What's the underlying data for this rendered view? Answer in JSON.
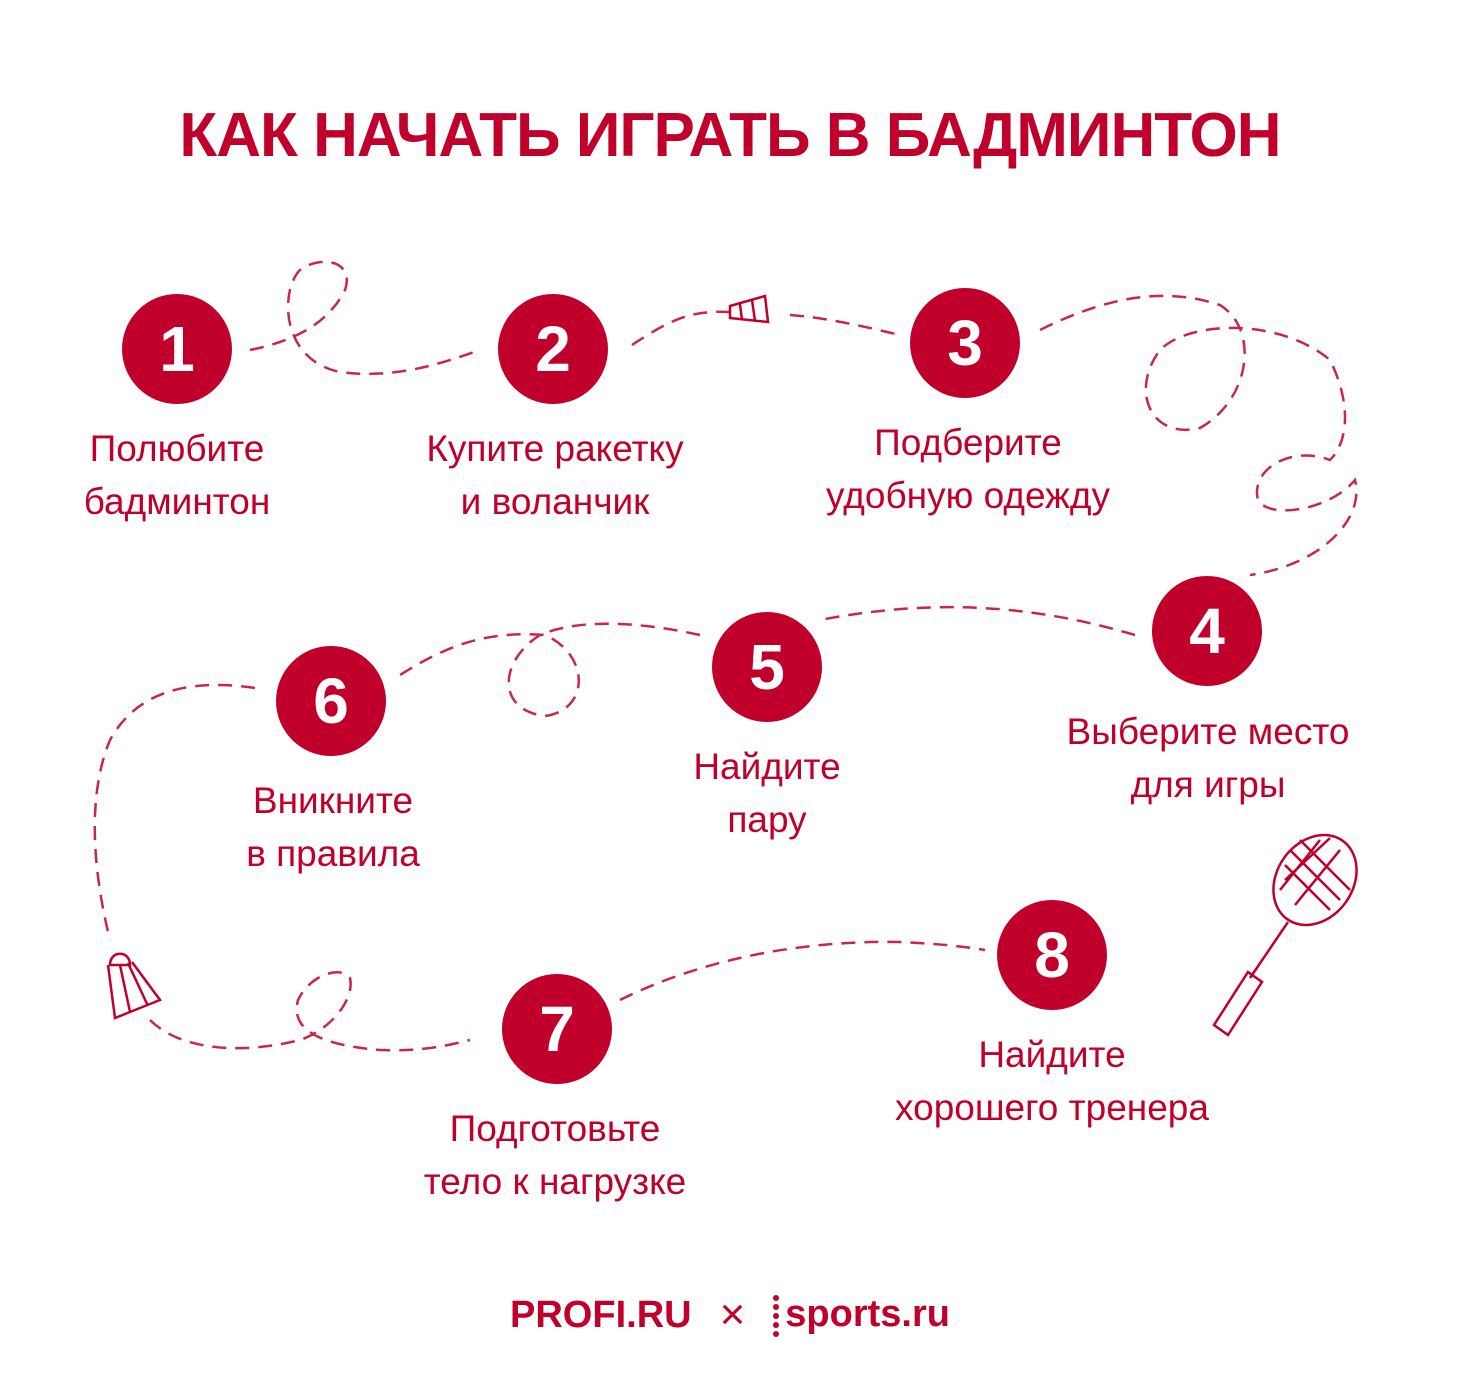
{
  "title": "КАК НАЧАТЬ ИГРАТЬ В БАДМИНТОН",
  "accent_color": "#c0002a",
  "steps": [
    {
      "number": "1",
      "line1": "Полюбите",
      "line2": "бадминтон"
    },
    {
      "number": "2",
      "line1": "Купите ракетку",
      "line2": "и воланчик"
    },
    {
      "number": "3",
      "line1": "Подберите",
      "line2": "удобную одежду"
    },
    {
      "number": "4",
      "line1": "Выберите место",
      "line2": "для игры"
    },
    {
      "number": "5",
      "line1": "Найдите",
      "line2": "пару"
    },
    {
      "number": "6",
      "line1": "Вникните",
      "line2": "в правила"
    },
    {
      "number": "7",
      "line1": "Подготовьте",
      "line2": "тело к нагрузке"
    },
    {
      "number": "8",
      "line1": "Найдите",
      "line2": "хорошего тренера"
    }
  ],
  "footer": {
    "logo_left": "PROFI.RU",
    "separator": "×",
    "logo_right": "sports.ru"
  }
}
